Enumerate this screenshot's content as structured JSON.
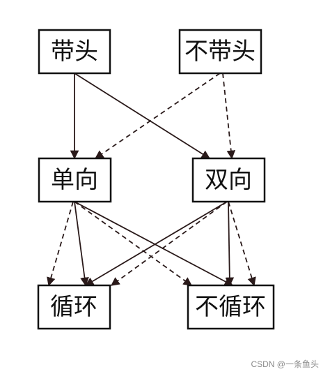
{
  "diagram": {
    "nodes": {
      "head": "带头",
      "no_head": "不带头",
      "single": "单向",
      "double": "双向",
      "cyclic": "循环",
      "acyclic": "不循环"
    },
    "edges": [
      {
        "from": "head",
        "to": "single",
        "style": "solid"
      },
      {
        "from": "head",
        "to": "double",
        "style": "solid"
      },
      {
        "from": "no_head",
        "to": "single",
        "style": "dashed"
      },
      {
        "from": "no_head",
        "to": "double",
        "style": "dashed"
      },
      {
        "from": "single",
        "to": "cyclic",
        "style": "solid"
      },
      {
        "from": "single",
        "to": "acyclic",
        "style": "solid"
      },
      {
        "from": "single",
        "to": "cyclic",
        "style": "dashed"
      },
      {
        "from": "single",
        "to": "acyclic",
        "style": "dashed"
      },
      {
        "from": "double",
        "to": "cyclic",
        "style": "solid"
      },
      {
        "from": "double",
        "to": "acyclic",
        "style": "solid"
      },
      {
        "from": "double",
        "to": "cyclic",
        "style": "dashed"
      },
      {
        "from": "double",
        "to": "acyclic",
        "style": "dashed"
      }
    ],
    "colors": {
      "solid_edge": "#2a1a1a",
      "dashed_edge": "#2a1a1a",
      "box": "#111111"
    }
  },
  "watermark": "CSDN @一条鱼头"
}
